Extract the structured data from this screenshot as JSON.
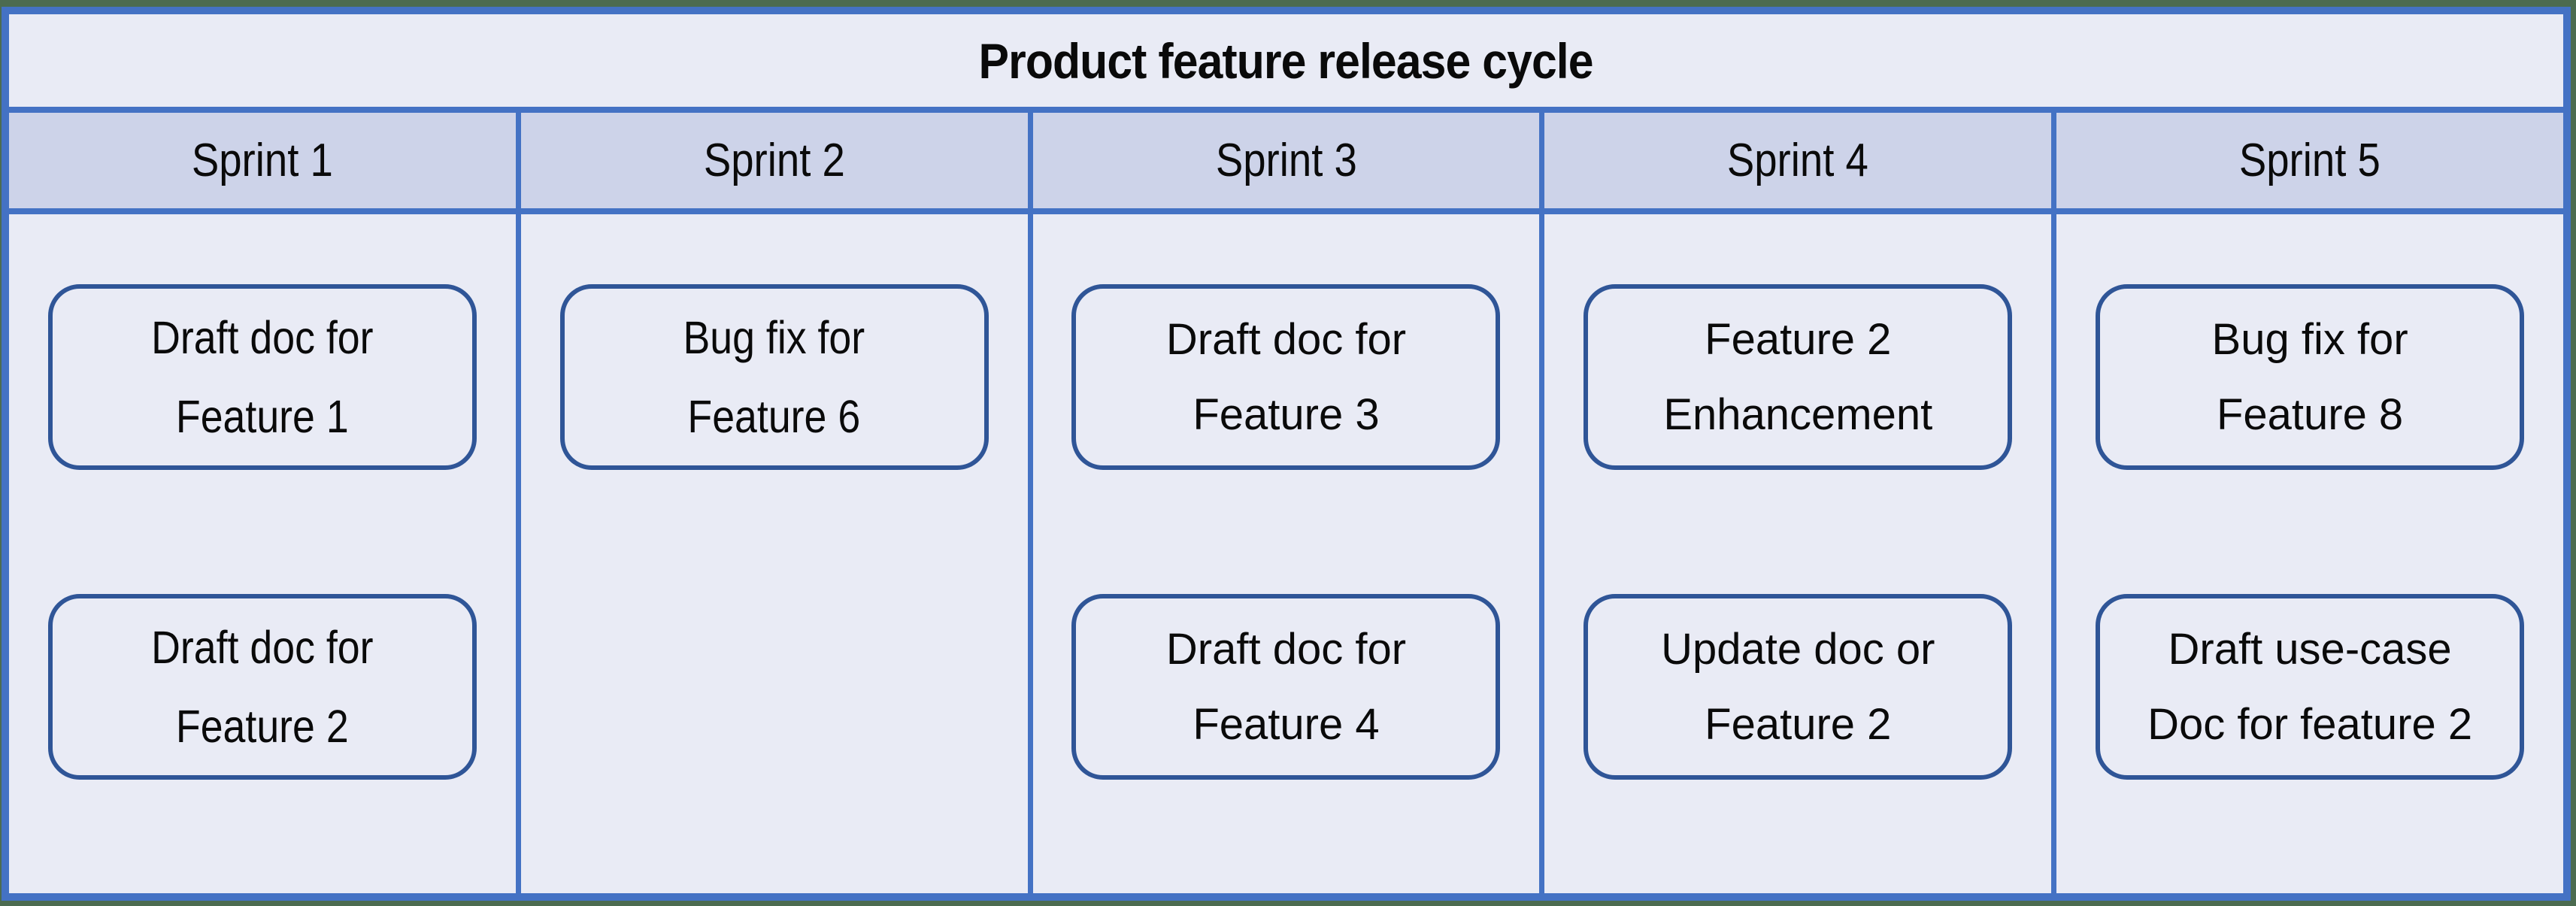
{
  "diagram": {
    "title": "Product feature release cycle",
    "columns": [
      {
        "header": "Sprint 1",
        "cards": [
          {
            "label": "Draft doc for\nFeature 1"
          },
          {
            "label": "Draft doc for\nFeature 2"
          }
        ]
      },
      {
        "header": "Sprint 2",
        "cards": [
          {
            "label": "Bug fix for\nFeature 6"
          }
        ]
      },
      {
        "header": "Sprint 3",
        "cards": [
          {
            "label": "Draft doc for\nFeature 3"
          },
          {
            "label": "Draft doc for\nFeature 4"
          }
        ]
      },
      {
        "header": "Sprint 4",
        "cards": [
          {
            "label": "Feature 2\nEnhancement"
          },
          {
            "label": "Update doc or\nFeature 2"
          }
        ]
      },
      {
        "header": "Sprint 5",
        "cards": [
          {
            "label": "Bug fix for\nFeature 8"
          },
          {
            "label": "Draft use-case\nDoc for feature 2"
          }
        ]
      }
    ],
    "colors": {
      "grid_border": "#4472C4",
      "card_border": "#2F5597",
      "panel_background": "#E9EBF5",
      "header_background": "#CDD3E9",
      "page_background": "#4C6B50",
      "text": "#0A0A0A"
    }
  }
}
